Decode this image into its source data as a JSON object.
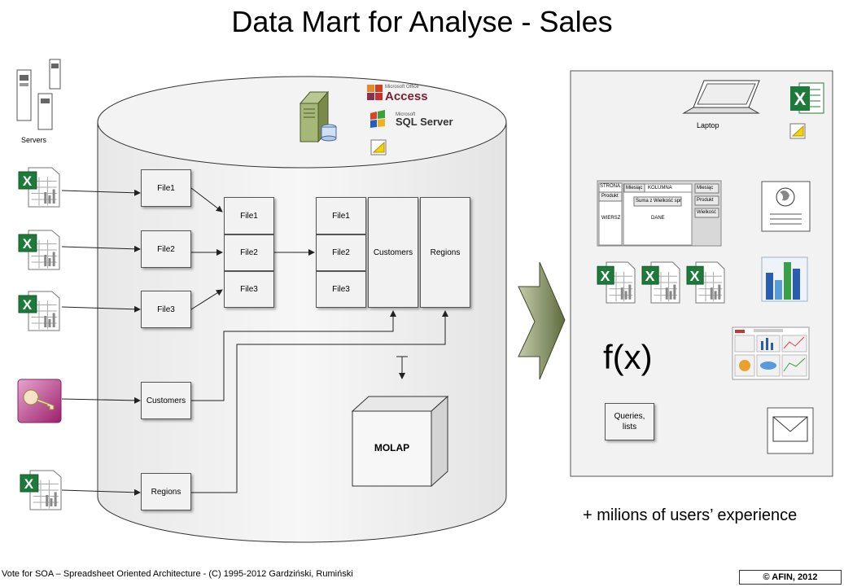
{
  "title": "Data Mart for Analyse - Sales",
  "servers_label": "Servers",
  "products": {
    "access_small": "Microsoft Office",
    "access": "Access",
    "sql_small": "Microsoft",
    "sql": "SQL Server"
  },
  "stage1": [
    "File1",
    "File2",
    "File3"
  ],
  "stage2": [
    "File1",
    "File2",
    "File3"
  ],
  "stage3": [
    "File1",
    "File2",
    "File3"
  ],
  "customers": "Customers",
  "regions": "Regions",
  "inputs": {
    "customers": "Customers",
    "regions": "Regions"
  },
  "molap": "MOLAP",
  "laptop": "Laptop",
  "pivot": {
    "strona": "STRONA",
    "miesiac": "Miesiąc",
    "kolumna": "KOLUMNA",
    "produkt": "Produkt",
    "suma": "Suma z Wielkość spr",
    "wiersz": "WIERSZ",
    "dane": "DANE",
    "miesiac_r": "Miesiąc",
    "produkt_r": "Produkt",
    "wielkosc_r": "Wielkość"
  },
  "fx": "f(x)",
  "queries": "Queries,\nlists",
  "users": "+ milions of users’ experience",
  "footer_left": "Vote for SOA – Spreadsheet Oriented Architecture - (C) 1995-2012 Gardziński, Rumiński",
  "footer_right": "© AFIN, 2012"
}
